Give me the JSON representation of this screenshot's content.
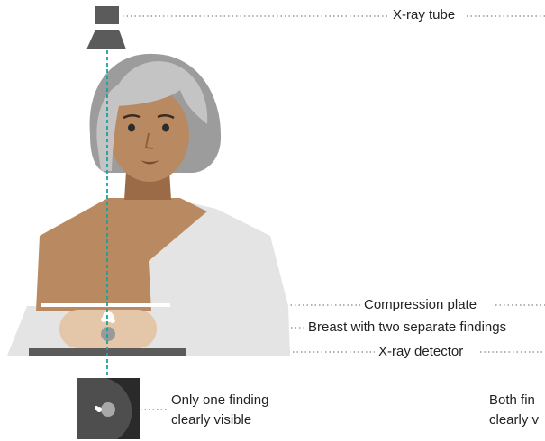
{
  "labels": {
    "xray_tube": "X-ray tube",
    "compression_plate": "Compression plate",
    "breast": "Breast with two separate findings",
    "detector": "X-ray detector",
    "result_left_line1": "Only one finding",
    "result_left_line2": "clearly visible",
    "result_right_line1": "Both fin",
    "result_right_line2": "clearly v"
  },
  "colors": {
    "device": "#5b5b5b",
    "beam": "#1aa39a",
    "skin": "#b98a62",
    "hair": "#c4c4c4",
    "gown": "#e4e4e4",
    "breast": "#e4c6a8",
    "finding": "#9a9a9a",
    "leader": "#9a9a9a",
    "text": "#222222"
  }
}
